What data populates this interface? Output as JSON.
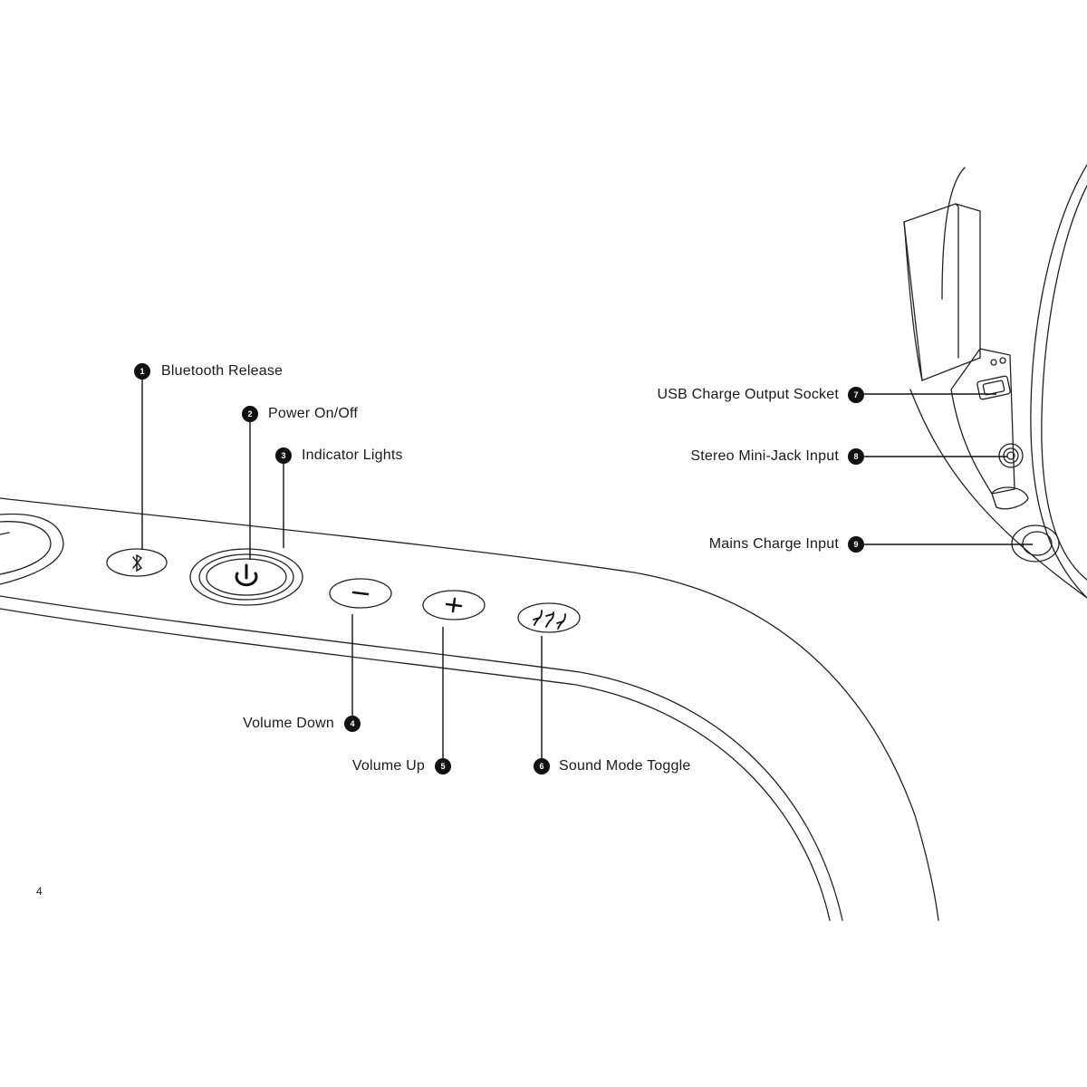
{
  "callouts": [
    {
      "num": "1",
      "label": "Bluetooth Release"
    },
    {
      "num": "2",
      "label": "Power On/Off"
    },
    {
      "num": "3",
      "label": "Indicator Lights"
    },
    {
      "num": "4",
      "label": "Volume Down"
    },
    {
      "num": "5",
      "label": "Volume Up"
    },
    {
      "num": "6",
      "label": "Sound Mode Toggle"
    },
    {
      "num": "7",
      "label": "USB Charge Output Socket"
    },
    {
      "num": "8",
      "label": "Stereo Mini-Jack Input"
    },
    {
      "num": "9",
      "label": "Mains Charge Input"
    }
  ],
  "page_number": "4",
  "icons": {
    "bluetooth": "bluetooth-icon",
    "power": "power-icon",
    "volume_down": "minus-icon",
    "volume_up": "plus-icon",
    "sound_mode": "equalizer-icon"
  },
  "colors": {
    "line": "#1a1a1a",
    "badge": "#111111",
    "background": "#ffffff"
  }
}
